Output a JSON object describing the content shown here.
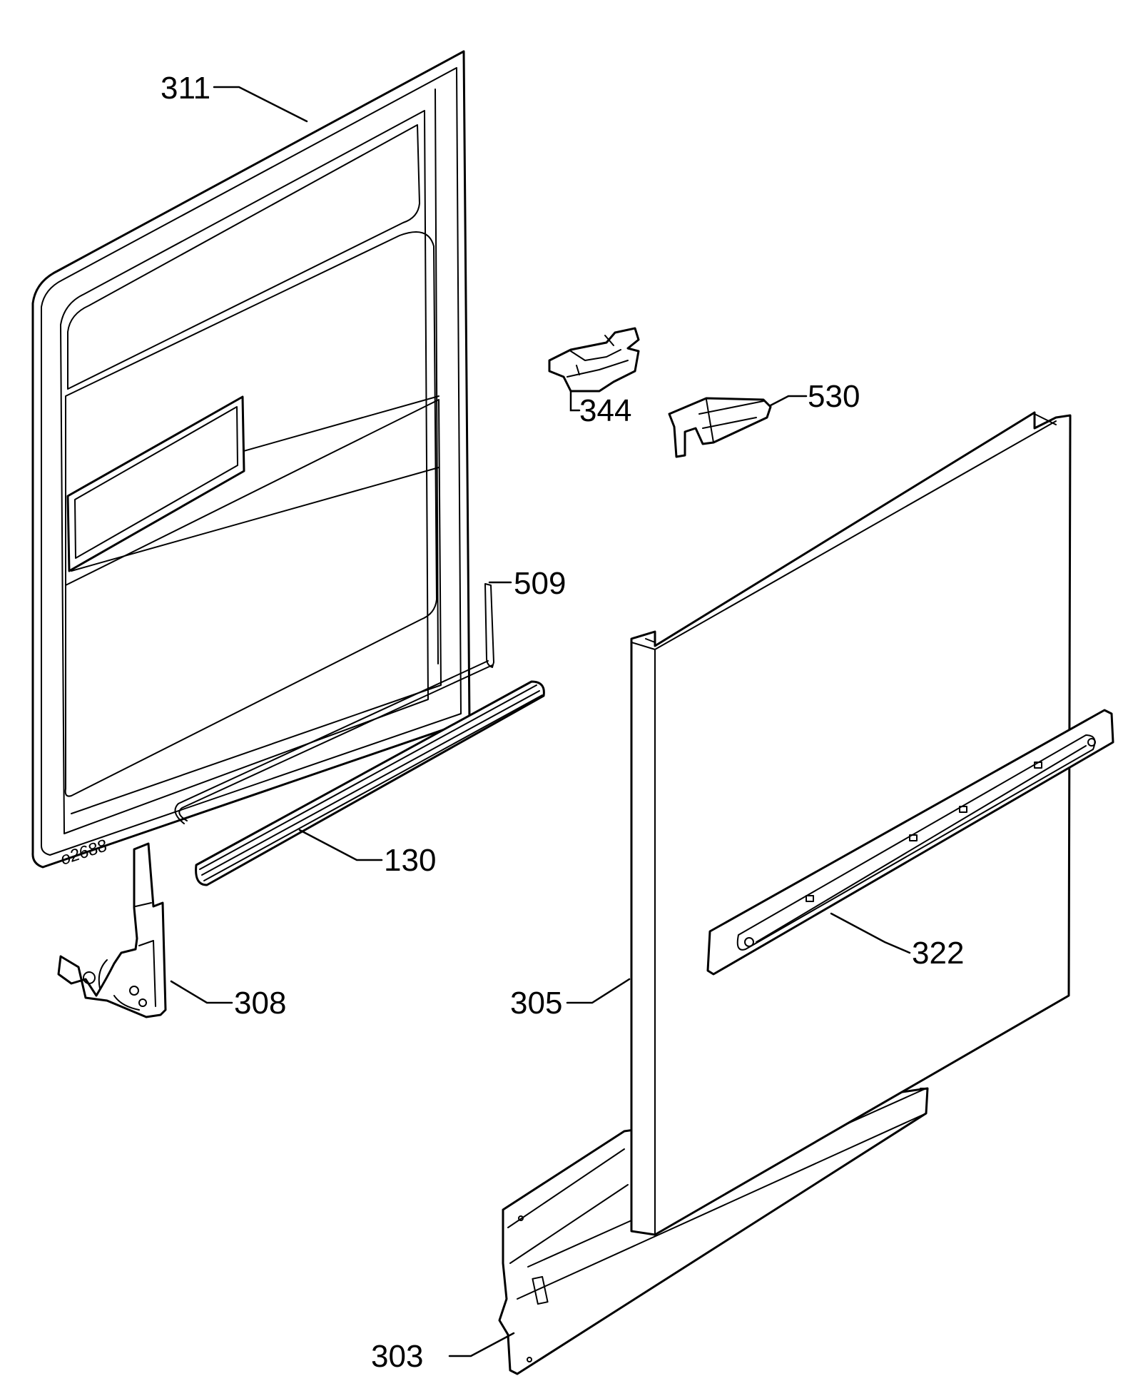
{
  "diagram": {
    "serial_code": "o2688",
    "callouts": {
      "p311": "311",
      "p344": "344",
      "p530": "530",
      "p509": "509",
      "p130": "130",
      "p308": "308",
      "p305": "305",
      "p322": "322",
      "p303": "303"
    },
    "line_color": "#000000",
    "background": "#ffffff"
  }
}
